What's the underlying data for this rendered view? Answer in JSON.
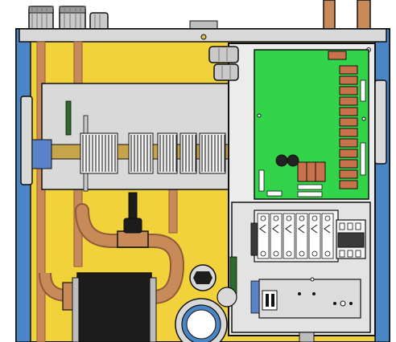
{
  "colors": {
    "background": "#ffffff",
    "outline": "#111111",
    "cabinet_yellow": "#f2d23a",
    "cabinet_yellow_dark": "#d4ac16",
    "side_blue": "#4a86c6",
    "panel_grey": "#d9d9d9",
    "panel_grey_dark": "#b5b5b5",
    "copper": "#c98a5a",
    "copper_dark": "#8f5a38",
    "pcb_green": "#32d449",
    "relay_orange": "#c8714a",
    "heater_black": "#1c1c1c",
    "cable_black": "#2a2a2a"
  },
  "components": {
    "cabinet": "boiler-cabinet",
    "pcb": "control-board",
    "terminal_block": "din-rail-terminal-block",
    "breakers": "circuit-breakers",
    "contactor": "power-contactor",
    "heater": "heating-element",
    "pump": "circulation-pump",
    "glands": "cable-glands"
  }
}
